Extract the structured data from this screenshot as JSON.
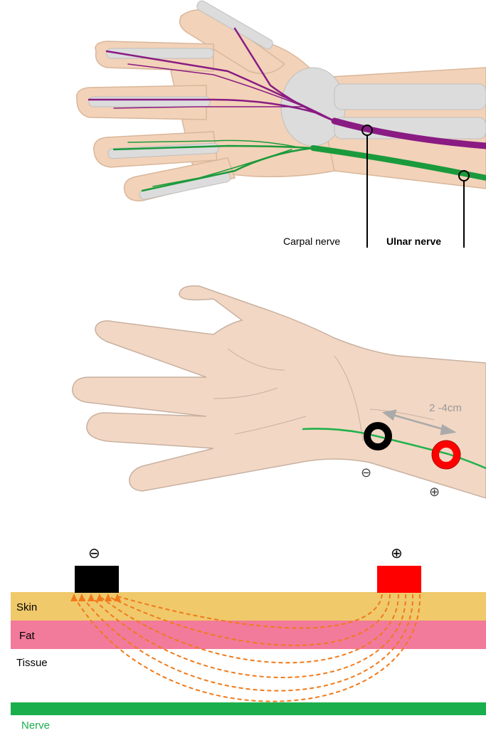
{
  "panel1": {
    "label_carpal": "Carpal nerve",
    "label_ulnar": "Ulnar nerve",
    "colors": {
      "skin": "#f2d2b8",
      "skin_outline": "#d9b79b",
      "bone": "#d9d9d9",
      "median": "#8a1b82",
      "ulnar": "#1a9a3c"
    }
  },
  "panel2": {
    "distance_label": "2 -4cm",
    "minus_symbol": "⊖",
    "plus_symbol": "⊕",
    "colors": {
      "skin": "#f2d7c4",
      "nerve": "#22b14c",
      "electrode_neg": "#000000",
      "electrode_pos": "#ff0000",
      "arrow": "#aaaaaa"
    }
  },
  "panel3": {
    "minus_symbol": "⊖",
    "plus_symbol": "⊕",
    "layer_skin": "Skin",
    "layer_fat": "Fat",
    "layer_tissue": "Tissue",
    "layer_nerve": "Nerve",
    "colors": {
      "skin": "#f0c96b",
      "fat": "#f27a9a",
      "nerve": "#1aaf4c",
      "current": "#f07a1a",
      "electrode_neg": "#000000",
      "electrode_pos": "#ff0000"
    }
  }
}
